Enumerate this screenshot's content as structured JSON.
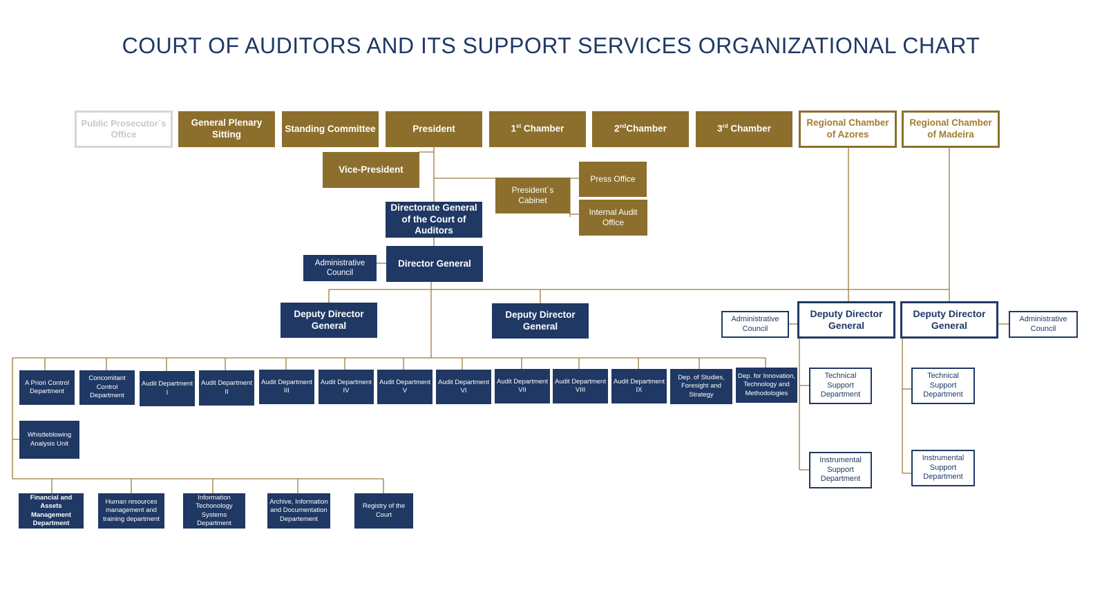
{
  "title": "COURT OF AUDITORS AND ITS SUPPORT SERVICES ORGANIZATIONAL CHART",
  "top_row": {
    "public_prosecutor": "Public Prosecutor`s Office",
    "general_plenary": "General Plenary Sitting",
    "standing_committee": "Standing Committee",
    "president": "President",
    "chamber1_num": "1",
    "chamber1_sup": "st",
    "chamber1_text": " Chamber",
    "chamber2_num": "2",
    "chamber2_sup": "nd",
    "chamber2_text": "Chamber",
    "chamber3_num": "3",
    "chamber3_sup": "rd",
    "chamber3_text": " Chamber",
    "regional_azores": "Regional Chamber of Azores",
    "regional_madeira": "Regional Chamber of Madeira"
  },
  "presidency": {
    "vice_president": "Vice-President",
    "cabinet": "President´s Cabinet",
    "press_office": "Press Office",
    "internal_audit": "Internal Audit Office"
  },
  "directorate": {
    "dg_court": "Directorate General of the Court of Auditors",
    "director_general": "Director General",
    "admin_council": "Administrative Council",
    "deputy_1": "Deputy Director General",
    "deputy_2": "Deputy Director General"
  },
  "departments": [
    "A Priori Control Department",
    "Concomitant Control Department",
    "Audit Department I",
    "Audit Department II",
    "Audit Department III",
    "Audit Department IV",
    "Audit Department V",
    "Audit Department VI",
    "Audit Department VII",
    "Audit Department VIII",
    "Audit Department IX",
    "Dep. of Studies, Foresight and Strategy",
    "Dep. for Innovation, Technology and Methodologies"
  ],
  "whistleblowing": "Whistleblowing Analysis Unit",
  "support_departments": [
    "Financial and Assets Management Department",
    "Human resources management and training department",
    "Information Techonology Systems Department",
    "Archive, Information and Documentation Departement",
    "Registry of the Court"
  ],
  "azores": {
    "admin_council": "Administrative Council",
    "deputy": "Deputy Director General",
    "technical": "Technical Support Department",
    "instrumental": "Instrumental Support Department"
  },
  "madeira": {
    "admin_council": "Administrative Council",
    "deputy": "Deputy Director General",
    "technical": "Technical Support Department",
    "instrumental": "Instrumental Support Department"
  },
  "colors": {
    "gold": "#8c6f2c",
    "navy": "#1f3864",
    "line": "#9a7b3a"
  }
}
